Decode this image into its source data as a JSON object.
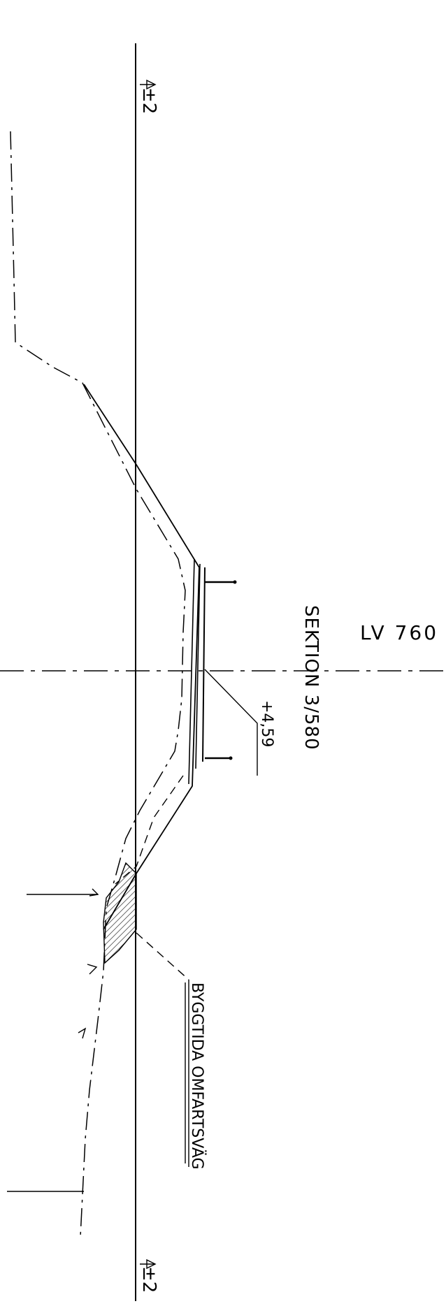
{
  "labels": {
    "section": "SEKTION 3/580",
    "road": "LV 760",
    "elevation": "+4,59",
    "temp_road": "BYGGTIDA OMFARTSVÄG",
    "level_top": "±2",
    "level_bottom": "±2"
  }
}
